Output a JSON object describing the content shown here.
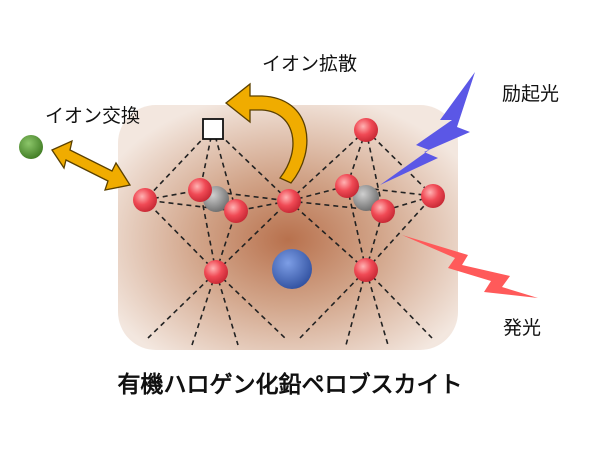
{
  "labels": {
    "ion_diffusion": "イオン拡散",
    "ion_exchange": "イオン交換",
    "excitation_light": "励起光",
    "emission": "発光",
    "caption": "有機ハロゲン化鉛ペロブスカイト"
  },
  "colors": {
    "halide": "#f04a55",
    "lead": "#808080",
    "a_site_cation": "#3f62b5",
    "exchange_ion": "#4c8f2c",
    "arrow_yellow": "#f0ac00",
    "excitation": "#5b57e6",
    "emission": "#ff5a5a",
    "background_glow": "#b8714d"
  },
  "icons": {
    "vacancy": "white-square-vacancy-icon"
  }
}
